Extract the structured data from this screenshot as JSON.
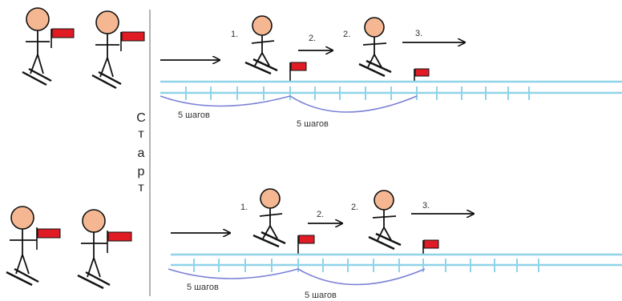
{
  "start_label_letters": [
    "С",
    "т",
    "а",
    "р",
    "т"
  ],
  "colors": {
    "skin": "#F5B792",
    "flag": "#E01B24",
    "line": "#111111",
    "track": "#8FD3E8",
    "arc": "#7A80D6"
  },
  "top_row": {
    "step_numbers": [
      "1.",
      "2.",
      "2.",
      "3."
    ],
    "arc_labels": [
      "5 шагов",
      "5 шагов"
    ]
  },
  "bottom_row": {
    "step_numbers": [
      "1.",
      "2.",
      "2.",
      "3."
    ],
    "arc_labels": [
      "5 шагов",
      "5 шагов"
    ]
  }
}
